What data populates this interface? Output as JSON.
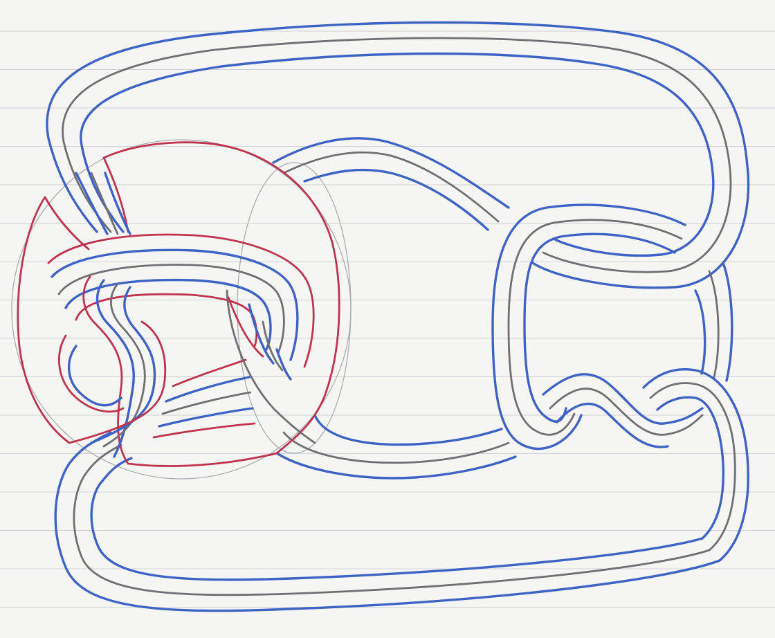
{
  "colors": {
    "paper": "#f5f5f3",
    "ruled_line": "#cfd3d8",
    "blue_pen": "#3f63c4",
    "gray_pencil": "#6f6f73",
    "red_pen": "#c0334f",
    "guide_circle": "#a9abb0"
  },
  "strands": {
    "outer_band": "blue-gray-blue",
    "inner_tangle": "red-blue-gray-blue-red"
  },
  "guide_circles": 2
}
